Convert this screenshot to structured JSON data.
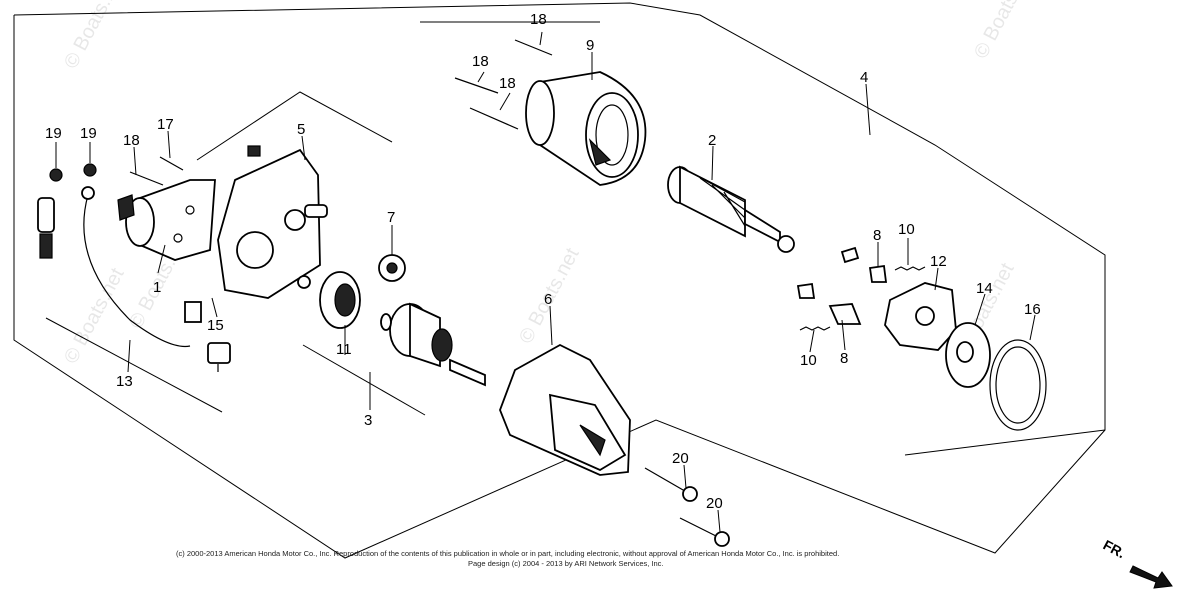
{
  "diagram": {
    "callouts": [
      {
        "id": "c1",
        "label": "1"
      },
      {
        "id": "c2",
        "label": "2"
      },
      {
        "id": "c3",
        "label": "3"
      },
      {
        "id": "c4",
        "label": "4"
      },
      {
        "id": "c5",
        "label": "5"
      },
      {
        "id": "c6",
        "label": "6"
      },
      {
        "id": "c7",
        "label": "7"
      },
      {
        "id": "c8a",
        "label": "8"
      },
      {
        "id": "c8b",
        "label": "8"
      },
      {
        "id": "c9",
        "label": "9"
      },
      {
        "id": "c10a",
        "label": "10"
      },
      {
        "id": "c10b",
        "label": "10"
      },
      {
        "id": "c11",
        "label": "11"
      },
      {
        "id": "c12",
        "label": "12"
      },
      {
        "id": "c13",
        "label": "13"
      },
      {
        "id": "c14",
        "label": "14"
      },
      {
        "id": "c15",
        "label": "15"
      },
      {
        "id": "c16",
        "label": "16"
      },
      {
        "id": "c17",
        "label": "17"
      },
      {
        "id": "c18a",
        "label": "18"
      },
      {
        "id": "c18b",
        "label": "18"
      },
      {
        "id": "c18c",
        "label": "18"
      },
      {
        "id": "c18d",
        "label": "18"
      },
      {
        "id": "c19a",
        "label": "19"
      },
      {
        "id": "c19b",
        "label": "19"
      },
      {
        "id": "c20a",
        "label": "20"
      },
      {
        "id": "c20b",
        "label": "20"
      }
    ],
    "direction_label": "FR.",
    "watermark": "© Boats.net",
    "copyright_line1": "(c) 2000-2013 American Honda Motor Co., Inc. Reproduction of the contents of this publication in whole or in part, including electronic, without approval of American Honda Motor Co., Inc. is prohibited.",
    "copyright_line2": "Page design (c) 2004 - 2013 by ARI Network Services, Inc."
  }
}
